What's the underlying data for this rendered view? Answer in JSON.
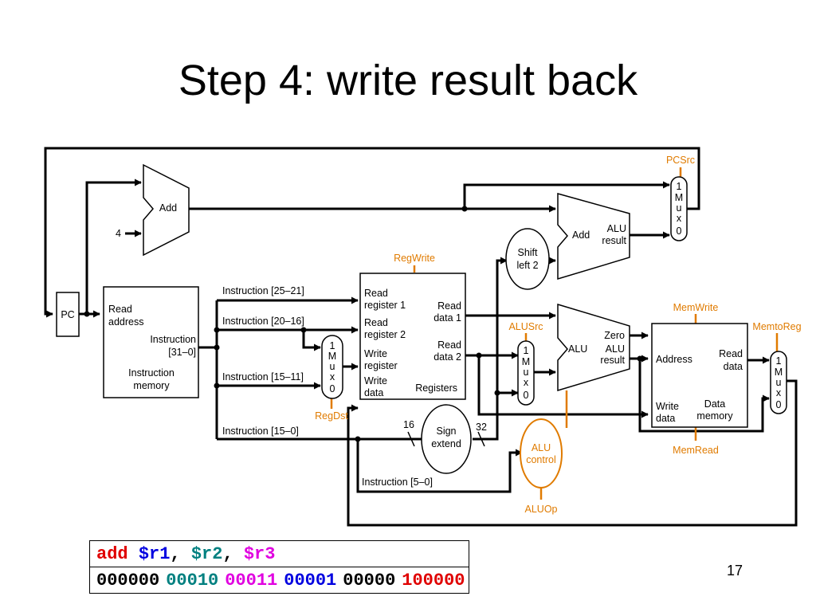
{
  "title": "Step 4: write result back",
  "diagram": {
    "pc": "PC",
    "add_top": "Add",
    "four": "4",
    "im_read_address": [
      "Read",
      "address"
    ],
    "im_instruction_field": [
      "Instruction",
      "[31–0]"
    ],
    "im_name": [
      "Instruction",
      "memory"
    ],
    "instr_25_21": "Instruction [25–21]",
    "instr_20_16": "Instruction [20–16]",
    "instr_15_11": "Instruction [15–11]",
    "instr_15_0": "Instruction [15–0]",
    "instr_5_0": "Instruction [5–0]",
    "regwrite": "RegWrite",
    "reg_read_register_1": [
      "Read",
      "register 1"
    ],
    "reg_read_register_2": [
      "Read",
      "register 2"
    ],
    "reg_write_register": [
      "Write",
      "register"
    ],
    "reg_write_data": [
      "Write",
      "data"
    ],
    "reg_read_data_1": [
      "Read",
      "data 1"
    ],
    "reg_read_data_2": [
      "Read",
      "data 2"
    ],
    "reg_name": "Registers",
    "regdst": "RegDst",
    "mux_letters": [
      "1",
      "M",
      "u",
      "x",
      "0"
    ],
    "sign_extend": [
      "Sign",
      "extend"
    ],
    "bits_16": "16",
    "bits_32": "32",
    "shift_left_2": [
      "Shift",
      "left 2"
    ],
    "add_branch": "Add",
    "alu_result_label": [
      "ALU",
      "result"
    ],
    "pcsrc": "PCSrc",
    "alusrc": "ALUSrc",
    "alu": "ALU",
    "zero": "Zero",
    "alu_control": [
      "ALU",
      "control"
    ],
    "aluop": "ALUOp",
    "memwrite": "MemWrite",
    "memread": "MemRead",
    "memtoreg": "MemtoReg",
    "dm_address": "Address",
    "dm_read_data": [
      "Read",
      "data"
    ],
    "dm_write_data": [
      "Write",
      "data"
    ],
    "dm_name": [
      "Data",
      "memory"
    ]
  },
  "encoding": {
    "instruction": [
      {
        "text": "add",
        "color": "#e00000"
      },
      {
        "text": " ",
        "color": "#000000"
      },
      {
        "text": "$r1",
        "color": "#0000e0"
      },
      {
        "text": ", ",
        "color": "#000000"
      },
      {
        "text": "$r2",
        "color": "#008080"
      },
      {
        "text": ", ",
        "color": "#000000"
      },
      {
        "text": "$r3",
        "color": "#e000e0"
      }
    ],
    "fields": [
      {
        "text": "000000",
        "color": "#000000"
      },
      {
        "text": "00010",
        "color": "#008080"
      },
      {
        "text": "00011",
        "color": "#e000e0"
      },
      {
        "text": "00001",
        "color": "#0000e0"
      },
      {
        "text": "00000",
        "color": "#000000"
      },
      {
        "text": "100000",
        "color": "#e00000"
      }
    ]
  },
  "page_number": "17",
  "colors": {
    "control": "#e07b00",
    "wire": "#000000"
  }
}
